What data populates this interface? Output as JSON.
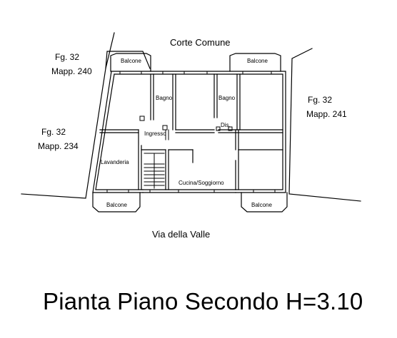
{
  "surroundings": {
    "north": "Corte Comune",
    "south": "Via della Valle",
    "nw_parcel": {
      "sheet": "Fg. 32",
      "map": "Mapp. 240"
    },
    "w_parcel": {
      "sheet": "Fg. 32",
      "map": "Mapp. 234"
    },
    "e_parcel": {
      "sheet": "Fg. 32",
      "map": "Mapp. 241"
    }
  },
  "rooms": {
    "balcony_nw": "Balcone",
    "balcony_ne": "Balcone",
    "balcony_sw": "Balcone",
    "balcony_se": "Balcone",
    "bath_1": "Bagno",
    "bath_2": "Bagno",
    "closet": "Dis.",
    "entrance": "Ingresso",
    "laundry": "Lavanderia",
    "kitchen_living": "Cucina/Soggiorno"
  },
  "footer": {
    "title": "Pianta Piano Secondo H=3.10"
  }
}
